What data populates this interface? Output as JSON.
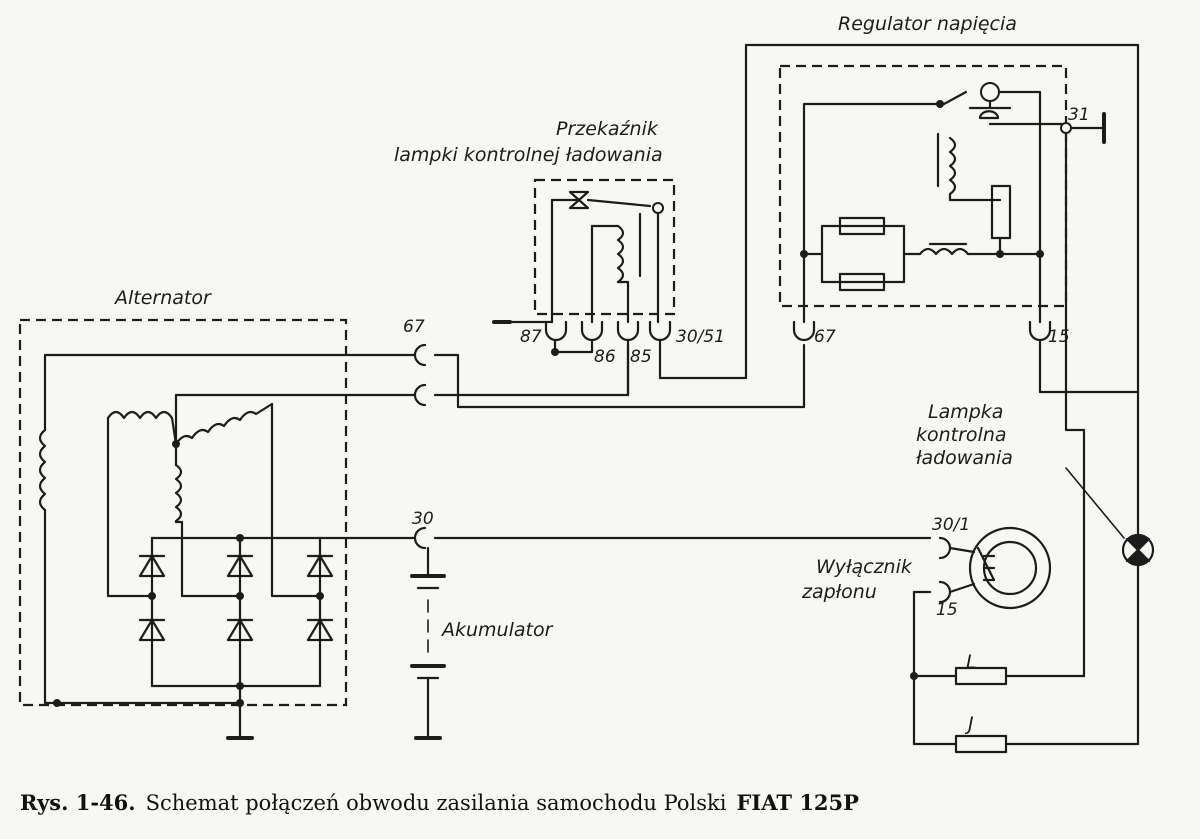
{
  "labels": {
    "regulator": "Regulator napięcia",
    "relay_line1": "Przekaźnik",
    "relay_line2": "lampki kontrolnej ładowania",
    "alternator": "Alternator",
    "battery": "Akumulator",
    "lamp_line1": "Lampka",
    "lamp_line2": "kontrolna",
    "lamp_line3": "ładowania",
    "switch_line1": "Wyłącznik",
    "switch_line2": "zapłonu",
    "fuse_L": "L",
    "fuse_J": "J"
  },
  "terminals": {
    "t31": "31",
    "t67_reg": "67",
    "t15_reg": "15",
    "t87": "87",
    "t86": "86",
    "t85": "85",
    "t3051": "30/51",
    "t67_alt": "67",
    "t30": "30",
    "t301": "30/1",
    "t15_sw": "15"
  },
  "caption": {
    "prefix": "Rys. 1-46.",
    "text": "Schemat połączeń obwodu zasilania samochodu Polski",
    "model": "FIAT 125P"
  }
}
